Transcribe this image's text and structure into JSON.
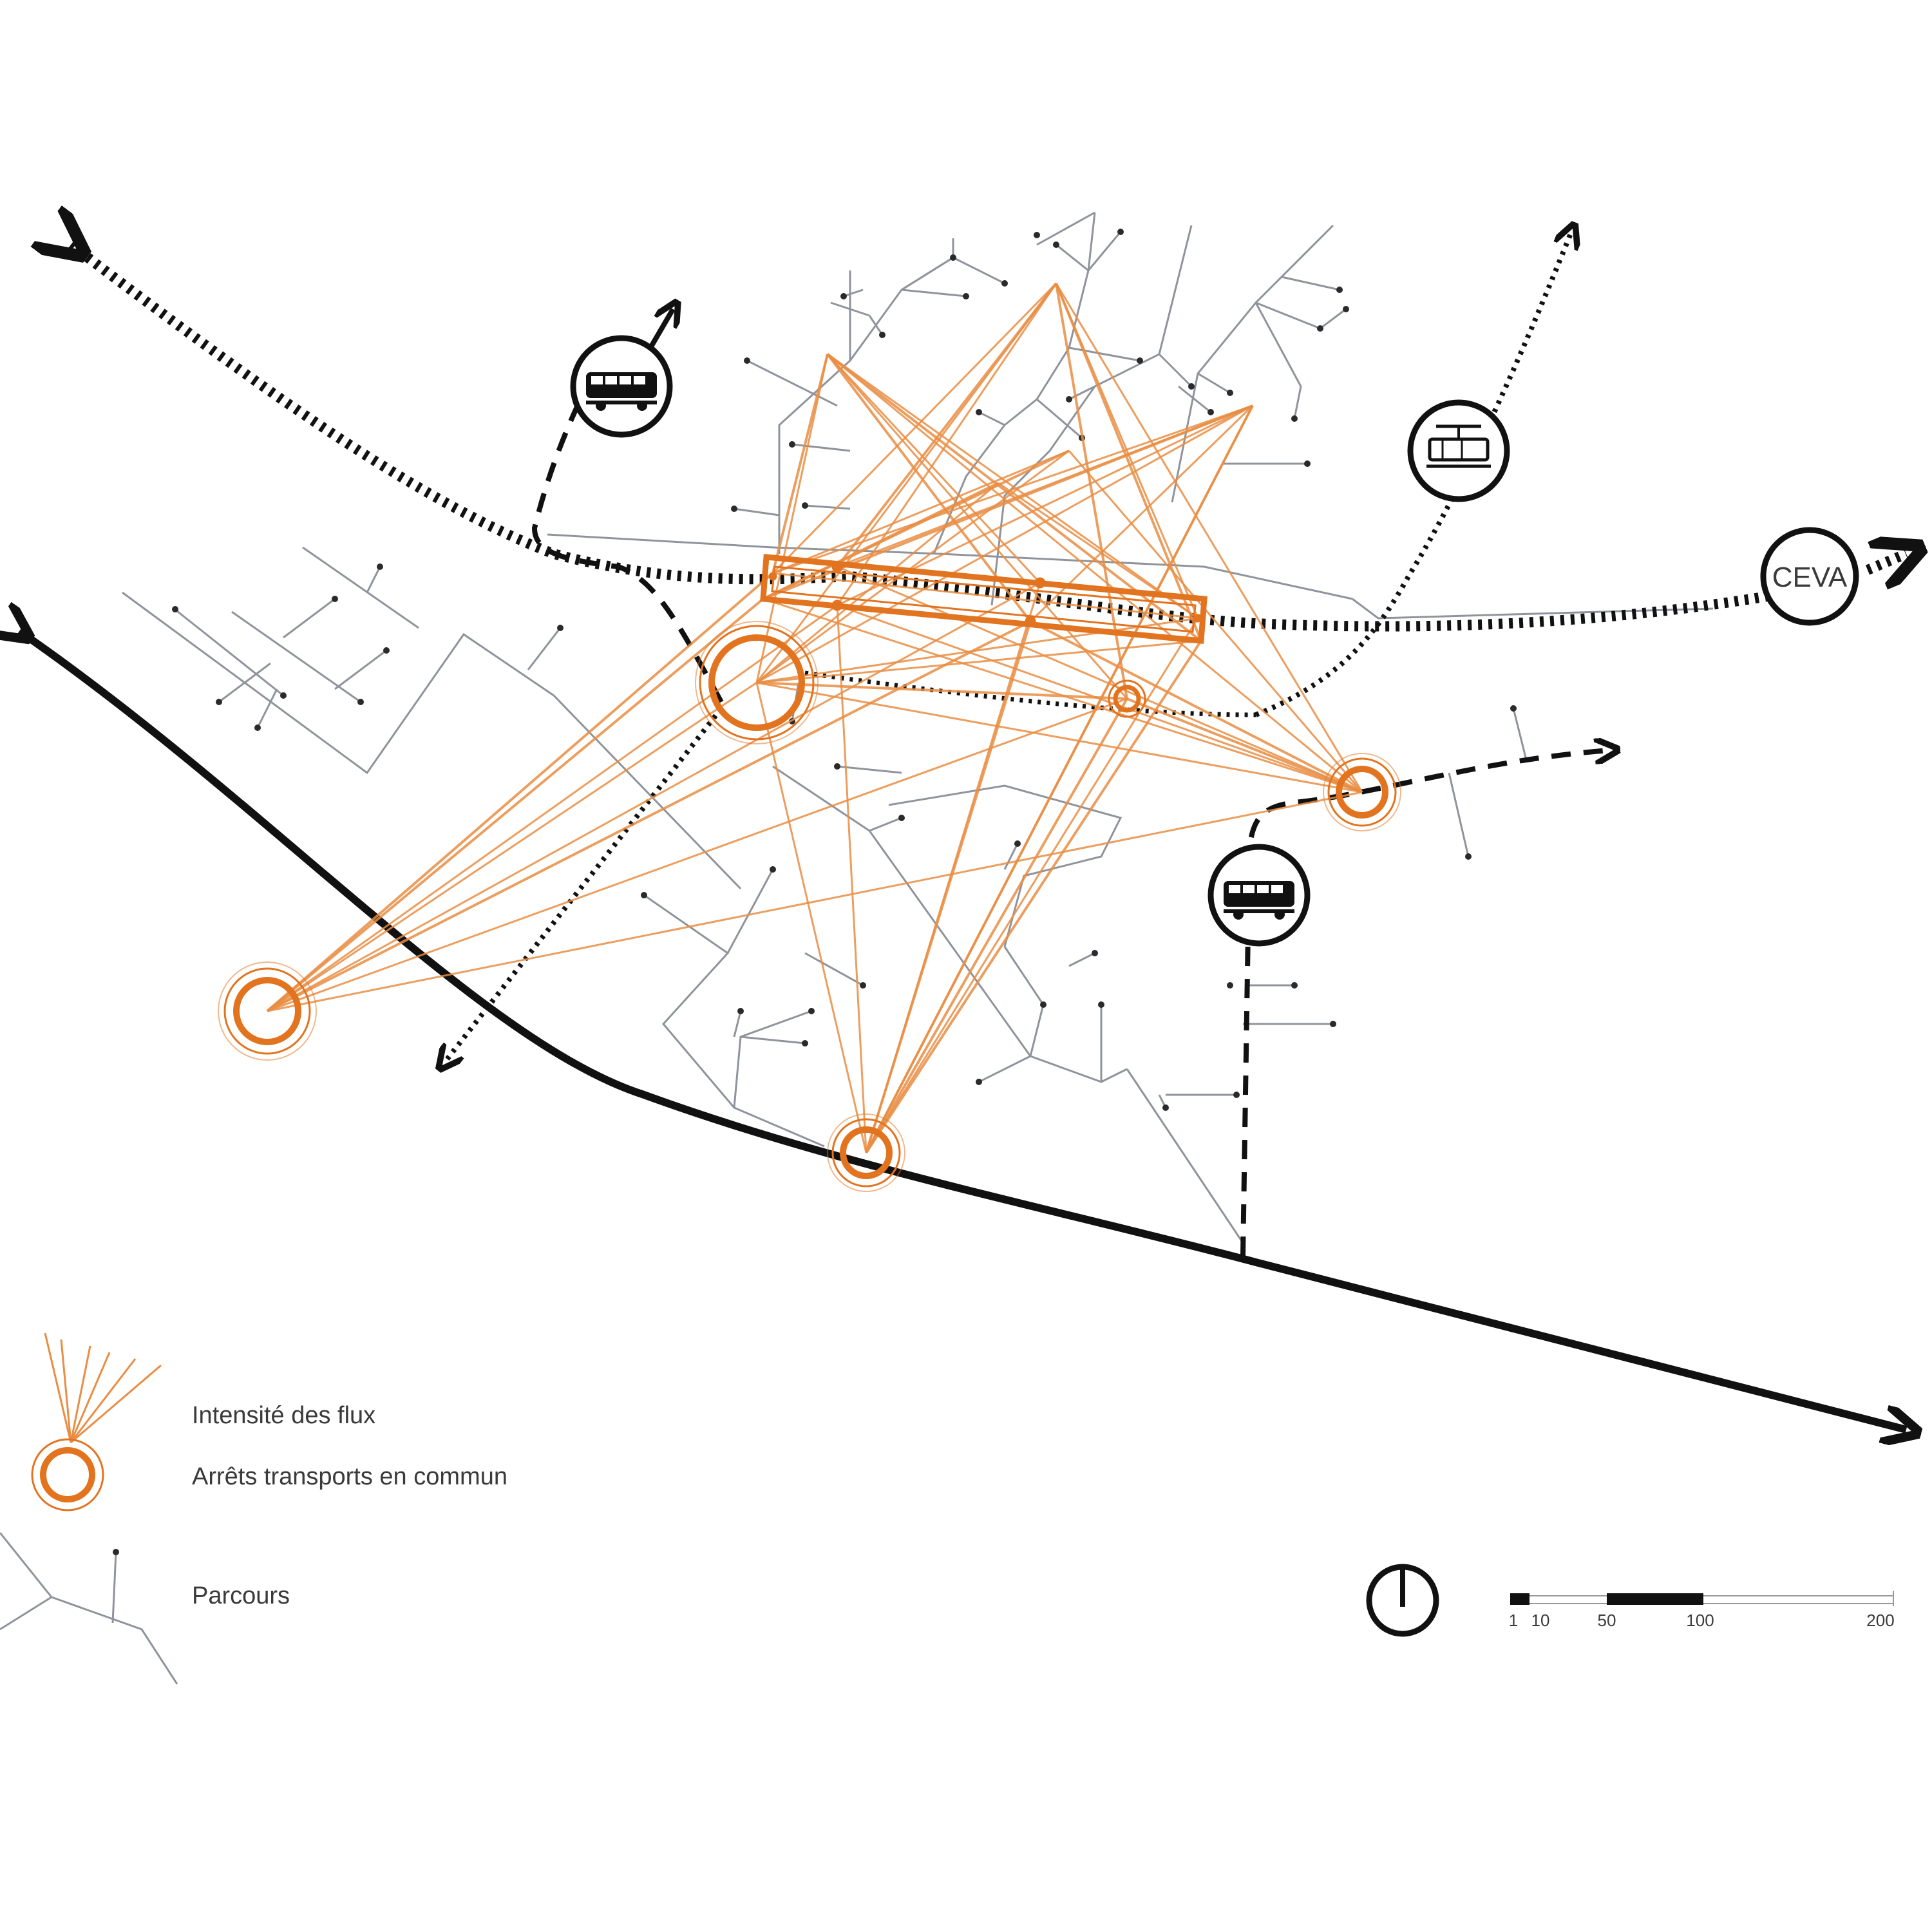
{
  "labels": {
    "ceva": "CEVA"
  },
  "legend": {
    "flux": "Intensité des flux",
    "stops": "Arrêts transports en commun",
    "paths": "Parcours"
  },
  "scale": {
    "ticks": [
      "1",
      "10",
      "50",
      "100",
      "200"
    ]
  },
  "icons": {
    "bus": "bus-icon",
    "tram": "tram-icon",
    "compass": "north-arrow-icon"
  },
  "colors": {
    "flux": "#e8893e",
    "stop": "#e2731f",
    "paths": "#8b8f98",
    "routes": "#111111"
  }
}
